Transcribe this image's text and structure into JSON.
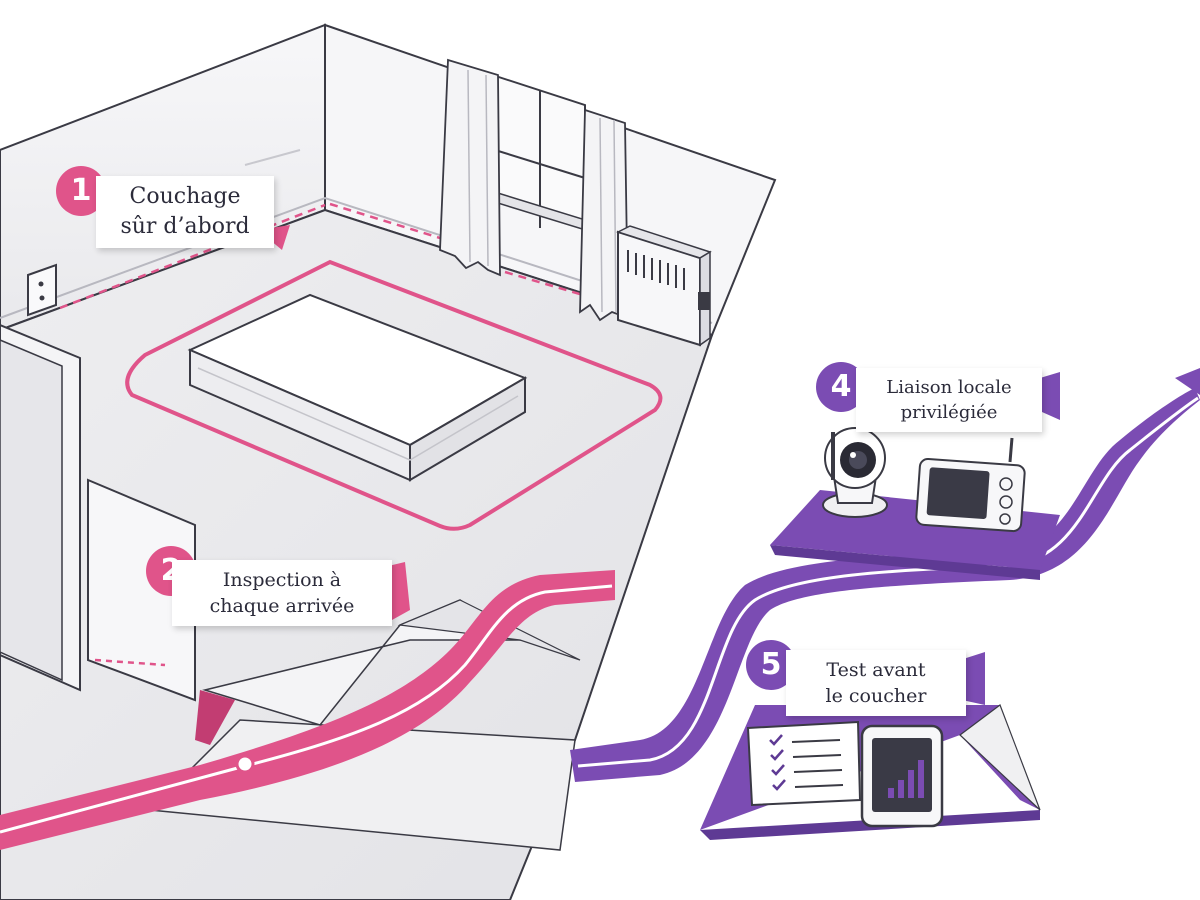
{
  "steps": [
    {
      "number": "1",
      "line1": "Couchage",
      "line2": "sûr d’abord"
    },
    {
      "number": "2",
      "line1": "Inspection à",
      "line2": "chaque arrivée"
    },
    {
      "number": "4",
      "line1": "Liaison locale",
      "line2": "privilégiée"
    },
    {
      "number": "5",
      "line1": "Test avant",
      "line2": "le coucher"
    }
  ],
  "colors": {
    "pink": "#e0548a",
    "purple": "#7b4cb3",
    "purple_dark": "#5e3a94",
    "wall": "#f2f2f4",
    "floor": "#ececee",
    "outline": "#3a3a44"
  },
  "icons": [
    "power-outlet-icon",
    "radiator-icon",
    "mattress-icon",
    "baby-camera-icon",
    "baby-monitor-icon",
    "checklist-icon",
    "phone-signal-icon"
  ]
}
